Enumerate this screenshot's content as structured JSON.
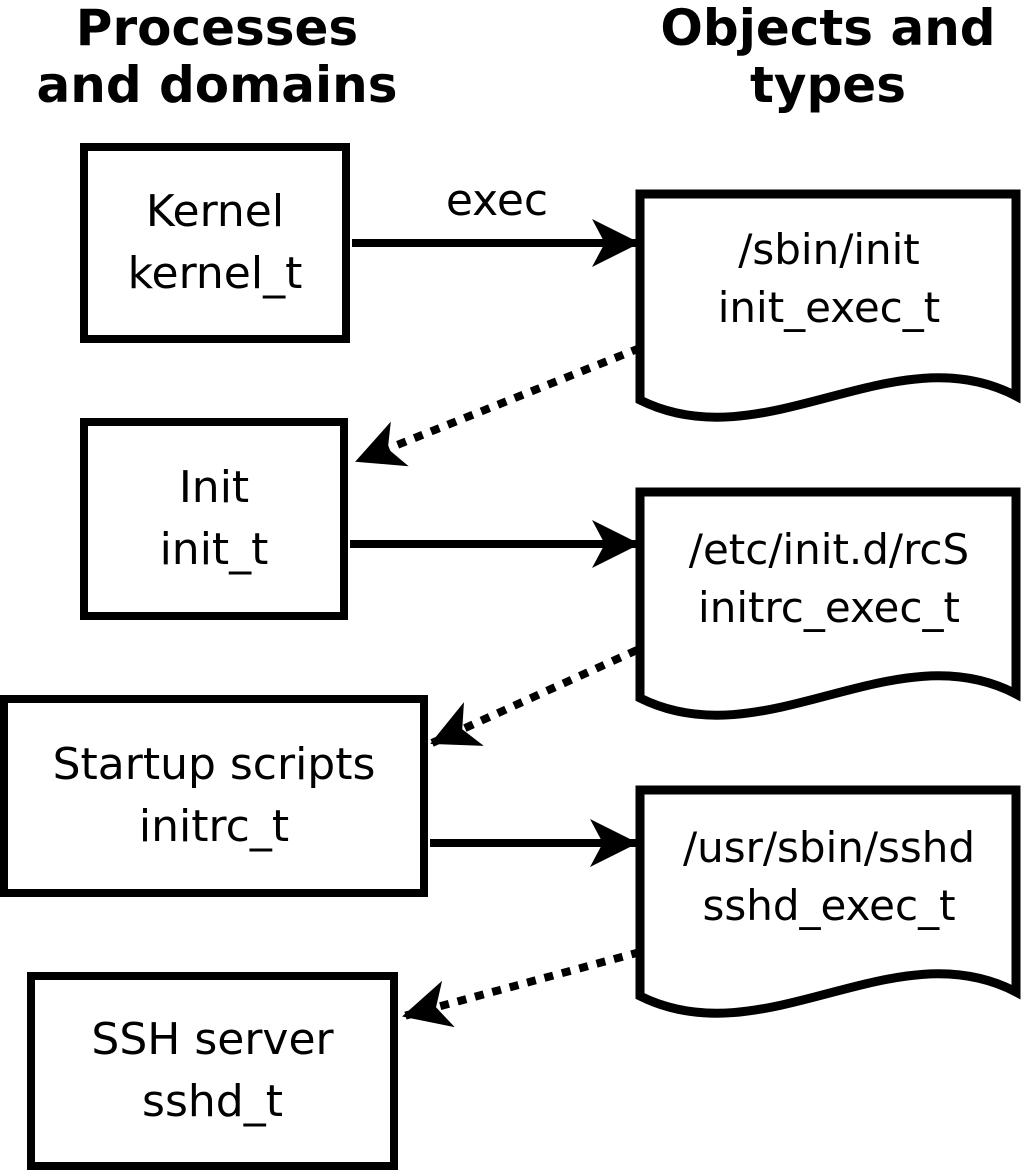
{
  "diagram": {
    "headers": {
      "left": {
        "line1": "Processes",
        "line2": "and domains"
      },
      "right": {
        "line1": "Objects and",
        "line2": "types"
      }
    },
    "processes": [
      {
        "name": "Kernel",
        "type": "kernel_t"
      },
      {
        "name": "Init",
        "type": "init_t"
      },
      {
        "name": "Startup scripts",
        "type": "initrc_t"
      },
      {
        "name": "SSH server",
        "type": "sshd_t"
      }
    ],
    "objects": [
      {
        "path": "/sbin/init",
        "type": "init_exec_t"
      },
      {
        "path": "/etc/init.d/rcS",
        "type": "initrc_exec_t"
      },
      {
        "path": "/usr/sbin/sshd",
        "type": "sshd_exec_t"
      }
    ],
    "edge_label": "exec",
    "colors": {
      "foreground": "#000000",
      "background": "#ffffff"
    }
  }
}
